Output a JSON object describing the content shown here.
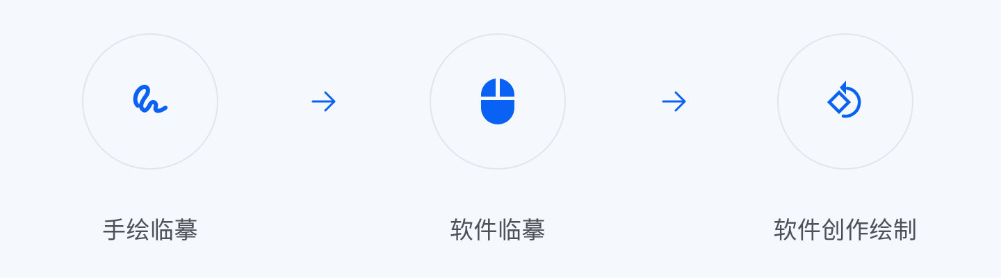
{
  "theme": {
    "accent": "#0A62F5",
    "circle_border": "#E1E5EC",
    "label_color": "#4E5158",
    "background": "#F5F8FD"
  },
  "steps": [
    {
      "label": "手绘临摹",
      "icon": "squiggle-hand-drawing-icon"
    },
    {
      "label": "软件临摹",
      "icon": "computer-mouse-icon"
    },
    {
      "label": "软件创作绘制",
      "icon": "rotate-diamond-icon"
    }
  ],
  "connectors": [
    {
      "icon": "arrow-right-icon"
    },
    {
      "icon": "arrow-right-icon"
    }
  ]
}
